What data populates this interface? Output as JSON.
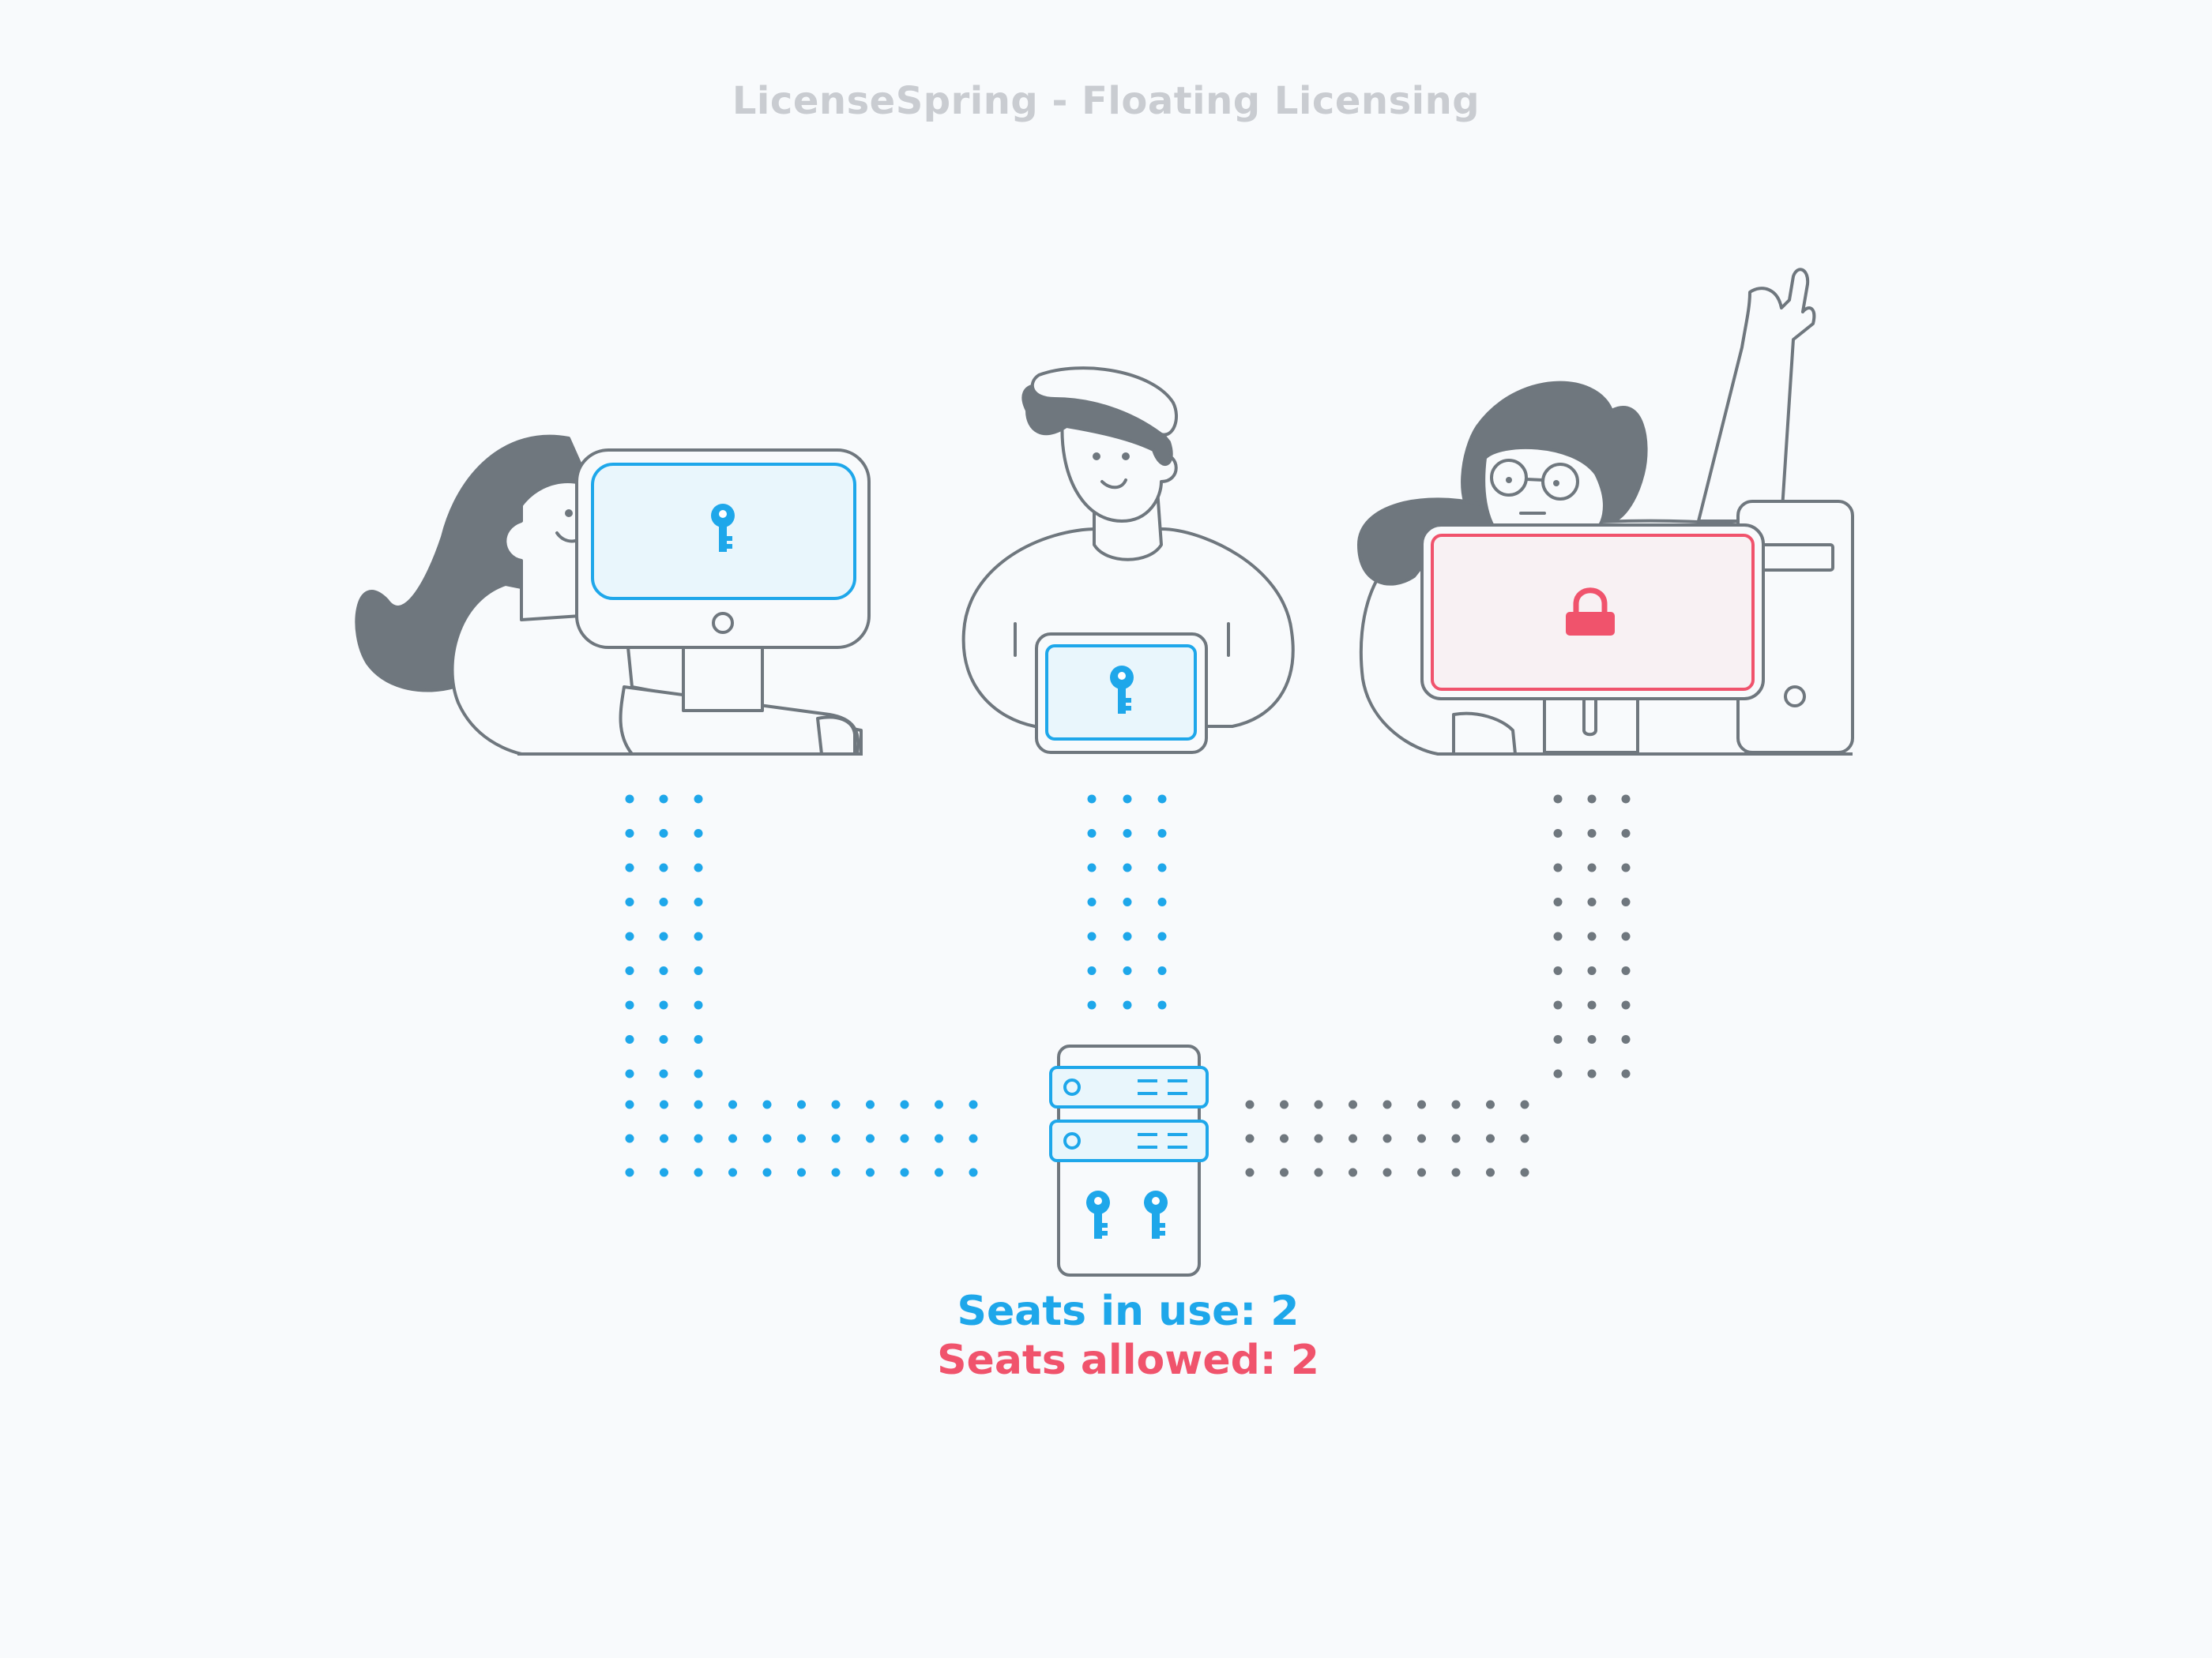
{
  "title": "LicenseSpring - Floating Licensing",
  "stats": {
    "in_use": "Seats in use: 2",
    "allowed": "Seats allowed: 2"
  },
  "colors": {
    "active": "#1ea7ea",
    "blocked": "#f0536c",
    "line": "#6f777e",
    "hair": "#6f777e",
    "active_screen": "#e9f6fc",
    "blocked_screen": "#f8f1f3",
    "background": "#f8fafc"
  },
  "icons": {
    "user1_screen": "key-icon",
    "user2_screen": "key-icon",
    "user3_screen": "padlock-icon",
    "server": "server-icon"
  }
}
